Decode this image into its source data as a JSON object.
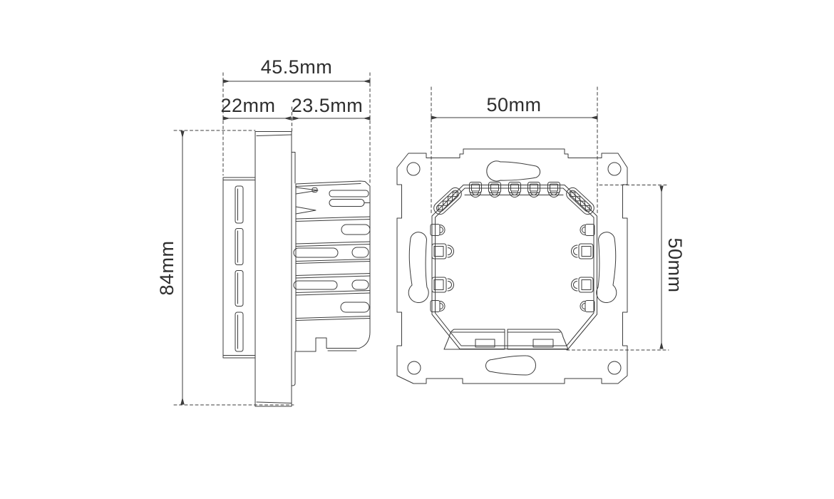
{
  "drawing": {
    "description_labels": {
      "side_view": {
        "total_depth": "45.5mm",
        "front_depth": "22mm",
        "rear_depth": "23.5mm",
        "height": "84mm"
      },
      "back_view": {
        "width": "50mm",
        "height": "50mm"
      }
    }
  },
  "colors": {
    "background": "#ffffff",
    "line": "#3c3c3c",
    "text": "#2e2e2e"
  }
}
